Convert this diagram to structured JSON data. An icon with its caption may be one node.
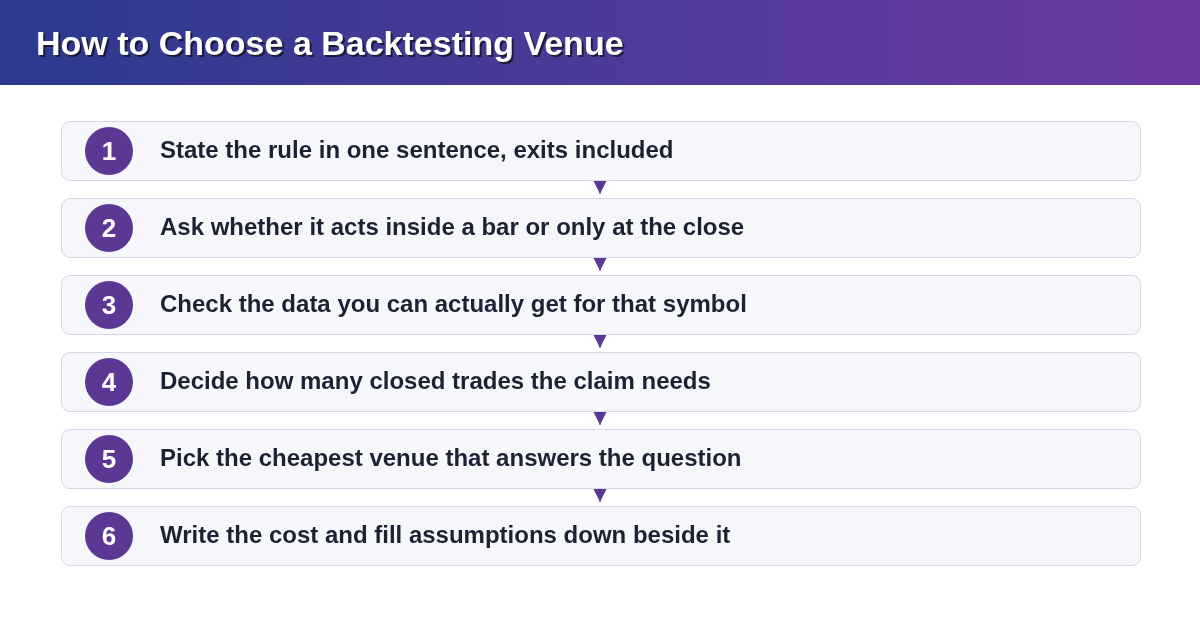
{
  "diagram": {
    "title": "How to Choose a Backtesting Venue",
    "nodes": [
      {
        "text": [
          "State the rule in one sentence, exits included"
        ]
      },
      {
        "text": [
          "1"
        ],
        "in": 0
      },
      {
        "text": [
          "Ask whether it acts inside a bar or only at the close"
        ]
      },
      {
        "text": [
          "2"
        ],
        "in": 2
      },
      {
        "text": [
          "Check the data you can actually get for that symbol"
        ]
      },
      {
        "text": [
          "3"
        ],
        "in": 4
      },
      {
        "text": [
          "Decide how many closed trades the claim needs"
        ]
      },
      {
        "text": [
          "4"
        ],
        "in": 6
      },
      {
        "text": [
          "Pick the cheapest venue that answers the question"
        ]
      },
      {
        "text": [
          "5"
        ],
        "in": 8
      },
      {
        "text": [
          "Write the cost and fill assumptions down beside it"
        ]
      },
      {
        "text": [
          "6"
        ],
        "in": 10
      }
    ],
    "edges": [
      {
        "from": 0,
        "to": 2,
        "arrow": "to"
      },
      {
        "from": 2,
        "to": 4,
        "arrow": "to"
      },
      {
        "from": 4,
        "to": 6,
        "arrow": "to"
      },
      {
        "from": 6,
        "to": 8,
        "arrow": "to"
      },
      {
        "from": 8,
        "to": 10,
        "arrow": "to"
      }
    ]
  }
}
